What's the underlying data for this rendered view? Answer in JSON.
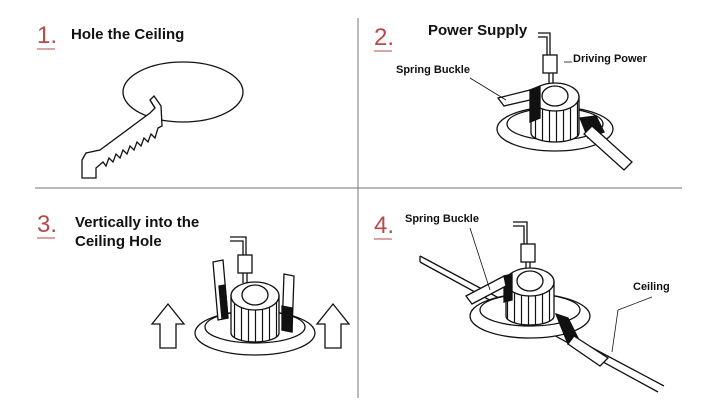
{
  "colors": {
    "number": "#b54a48",
    "line": "#111111",
    "divider": "#777777",
    "background": "#ffffff"
  },
  "steps": [
    {
      "number": "1.",
      "title": "Hole the Ceiling"
    },
    {
      "number": "2.",
      "title": "Power Supply",
      "labels": {
        "spring_buckle": "Spring Buckle",
        "driving_power": "Driving Power"
      }
    },
    {
      "number": "3.",
      "title_line1": "Vertically into the",
      "title_line2": "Ceiling Hole"
    },
    {
      "number": "4.",
      "labels": {
        "spring_buckle": "Spring Buckle",
        "ceiling": "Ceiling"
      }
    }
  ],
  "icons": {
    "saw": "hand-saw-icon",
    "arrow": "up-arrow-icon"
  }
}
